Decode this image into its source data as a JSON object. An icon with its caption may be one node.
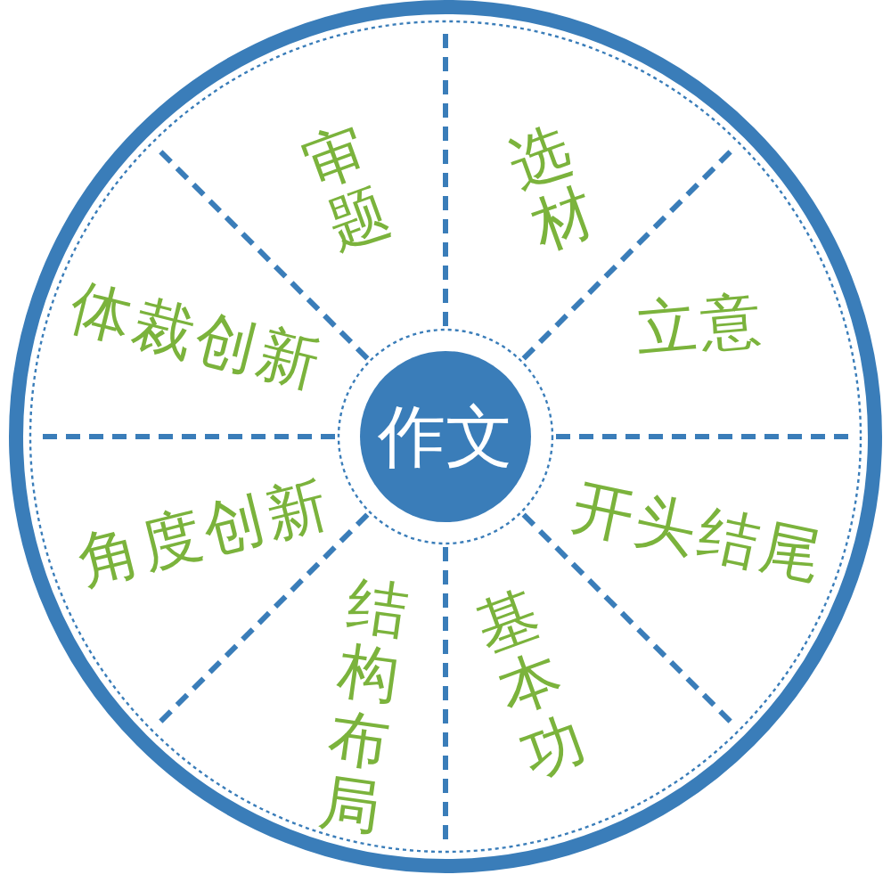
{
  "diagram": {
    "nodes": [
      {
        "text": [],
        "shape": "circle"
      },
      {
        "text": [
          "作文"
        ],
        "in": 0
      },
      {
        "text": [
          "审题"
        ],
        "in": 0
      },
      {
        "text": [
          "选材"
        ],
        "in": 0
      },
      {
        "text": [
          "立意"
        ],
        "in": 0
      },
      {
        "text": [
          "开头结尾"
        ],
        "in": 0
      },
      {
        "text": [
          "基本功"
        ],
        "in": 0
      },
      {
        "text": [
          "结构布局"
        ],
        "in": 0
      },
      {
        "text": [
          "角度创新"
        ],
        "in": 0
      },
      {
        "text": [
          "体裁创新"
        ],
        "in": 0
      }
    ]
  }
}
